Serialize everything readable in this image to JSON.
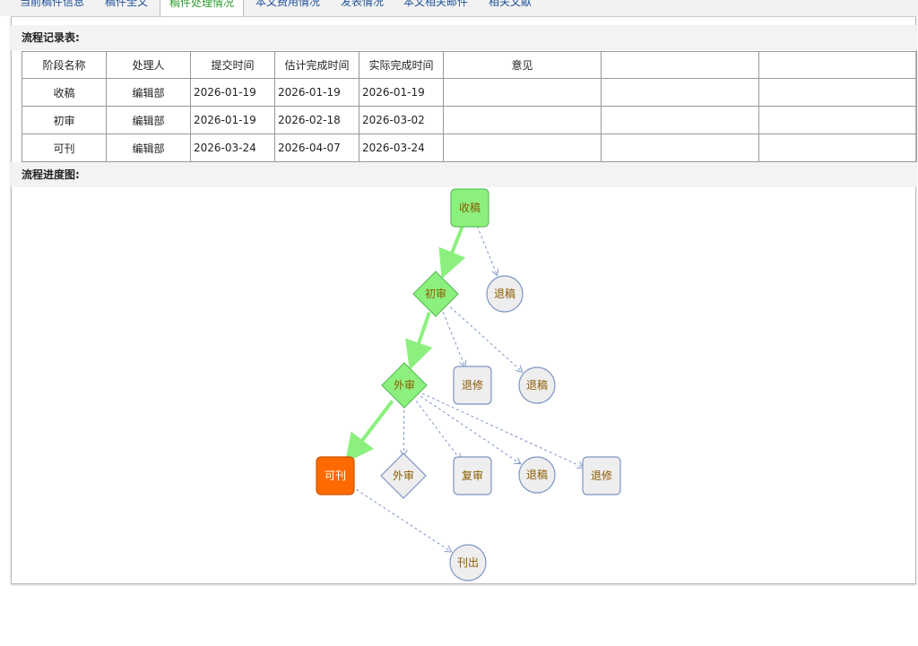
{
  "tabs": [
    "当前稿件信息",
    "稿件全文",
    "稿件处理情况",
    "本文费用情况",
    "发表情况",
    "本文相关邮件",
    "相关文献"
  ],
  "active_tab": 2,
  "record_title": "流程记录表:",
  "table": {
    "headers": [
      "阶段名称",
      "处理人",
      "提交时间",
      "估计完成时间",
      "实际完成时间",
      "意见",
      "",
      ""
    ],
    "rows": [
      [
        "收稿",
        "编辑部",
        "2026-01-19",
        "2026-01-19",
        "2026-01-19",
        "",
        "",
        ""
      ],
      [
        "初审",
        "编辑部",
        "2026-01-19",
        "2026-02-18",
        "2026-03-02",
        "",
        "",
        ""
      ],
      [
        "可刊",
        "编辑部",
        "2026-03-24",
        "2026-04-07",
        "2026-03-24",
        "",
        "",
        ""
      ]
    ]
  },
  "diagram_title": "流程进度图:",
  "colors": {
    "done": "#8cf07e",
    "current": "#ff6a00",
    "pending": "#eeeeee",
    "pending_border": "#7d95c4",
    "text": "#8a5a00"
  },
  "nodes": [
    {
      "label": "收稿",
      "shape": "rect",
      "state": "done"
    },
    {
      "label": "初审",
      "shape": "diamond",
      "state": "done"
    },
    {
      "label": "退稿",
      "shape": "circle",
      "state": "pending"
    },
    {
      "label": "外审",
      "shape": "diamond",
      "state": "done"
    },
    {
      "label": "退修",
      "shape": "rect",
      "state": "pending"
    },
    {
      "label": "退稿",
      "shape": "circle",
      "state": "pending"
    },
    {
      "label": "可刊",
      "shape": "rect",
      "state": "current"
    },
    {
      "label": "外审",
      "shape": "diamond",
      "state": "pending"
    },
    {
      "label": "复审",
      "shape": "rect",
      "state": "pending"
    },
    {
      "label": "退稿",
      "shape": "circle",
      "state": "pending"
    },
    {
      "label": "退修",
      "shape": "rect",
      "state": "pending"
    },
    {
      "label": "刊出",
      "shape": "circle",
      "state": "pending"
    }
  ],
  "edges": [
    {
      "from": 0,
      "to": 1,
      "taken": true
    },
    {
      "from": 0,
      "to": 2,
      "taken": false
    },
    {
      "from": 1,
      "to": 3,
      "taken": true
    },
    {
      "from": 1,
      "to": 4,
      "taken": false
    },
    {
      "from": 1,
      "to": 5,
      "taken": false
    },
    {
      "from": 3,
      "to": 6,
      "taken": true
    },
    {
      "from": 3,
      "to": 7,
      "taken": false
    },
    {
      "from": 3,
      "to": 8,
      "taken": false
    },
    {
      "from": 3,
      "to": 9,
      "taken": false
    },
    {
      "from": 3,
      "to": 10,
      "taken": false
    },
    {
      "from": 6,
      "to": 11,
      "taken": false
    }
  ]
}
